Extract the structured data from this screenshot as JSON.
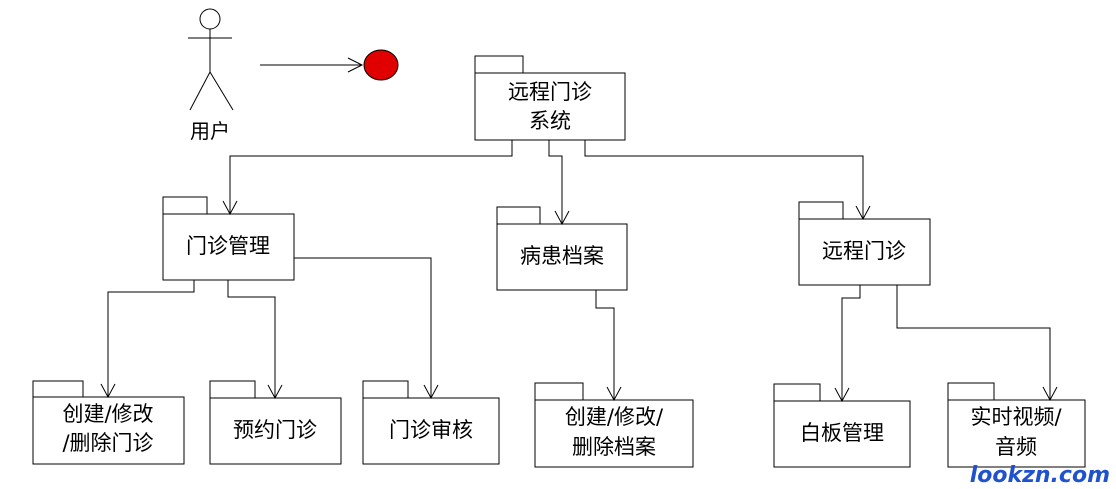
{
  "actor": {
    "label": "用户"
  },
  "packages": {
    "root": {
      "lines": [
        "远程门诊",
        "系统"
      ]
    },
    "clinic_mgmt": {
      "lines": [
        "门诊管理"
      ]
    },
    "patient_records": {
      "lines": [
        "病患档案"
      ]
    },
    "remote_clinic": {
      "lines": [
        "远程门诊"
      ]
    },
    "create_clinic": {
      "lines": [
        "创建/修改",
        "/删除门诊"
      ]
    },
    "book_clinic": {
      "lines": [
        "预约门诊"
      ]
    },
    "review_clinic": {
      "lines": [
        "门诊审核"
      ]
    },
    "create_record": {
      "lines": [
        "创建/修改/",
        "删除档案"
      ]
    },
    "whiteboard": {
      "lines": [
        "白板管理"
      ]
    },
    "av": {
      "lines": [
        "实时视频/",
        "音频"
      ]
    }
  },
  "watermark": "lookzn.com",
  "colors": {
    "stroke": "#000000",
    "end_state": "#e00000",
    "watermark": "#1f52cc"
  }
}
